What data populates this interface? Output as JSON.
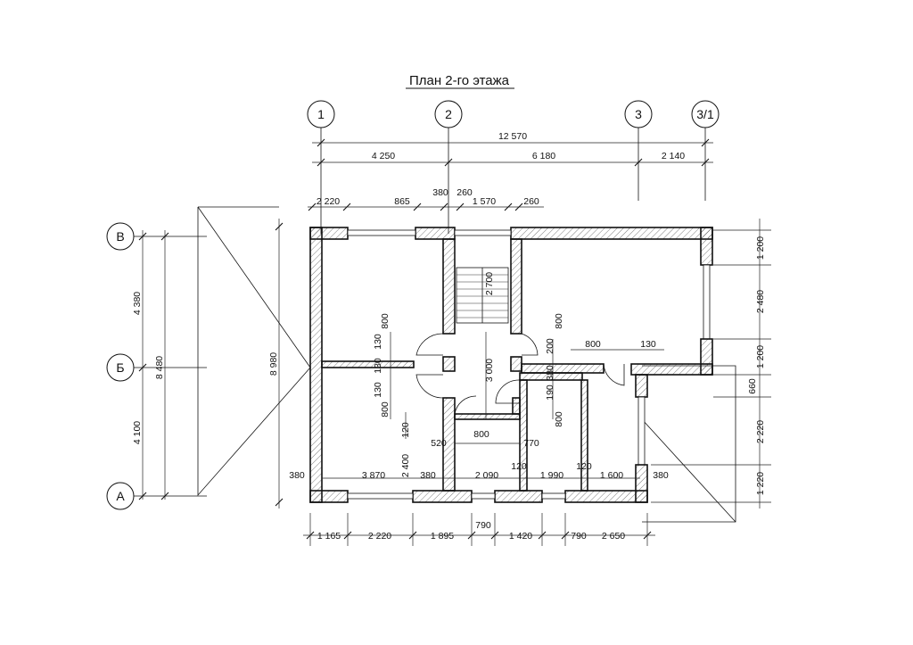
{
  "title": "План 2-го этажа",
  "axes": {
    "columns": [
      "1",
      "2",
      "3",
      "3/1"
    ],
    "rows": [
      "В",
      "Б",
      "А"
    ]
  },
  "dims_top": {
    "overall": "12 570",
    "spans": [
      "4 250",
      "6 180",
      "2 140"
    ],
    "openings": [
      "2 220",
      "865",
      "380",
      "260",
      "1 570",
      "260"
    ]
  },
  "dims_left": [
    "4 380",
    "4 100",
    "8 480",
    "8 980"
  ],
  "dims_right": [
    "1 200",
    "2 480",
    "1 200",
    "660",
    "2 220",
    "1 220"
  ],
  "dims_bottom": [
    "1 165",
    "2 220",
    "1 895",
    "790",
    "1 420",
    "790",
    "2 650"
  ],
  "dims_interior": {
    "d2700": "2 700",
    "d3000": "3 000",
    "d800a": "800",
    "d130a": "130",
    "d130b": "130",
    "d130c": "130",
    "d800b": "800",
    "d120a": "120",
    "d200": "200",
    "d800c": "800",
    "d380a": "380",
    "d190": "190",
    "d800d": "800",
    "d800e": "800",
    "d130d": "130",
    "d800f": "800",
    "d520": "520",
    "d770": "770",
    "d2400": "2 400",
    "d380b": "380",
    "d3870": "3 870",
    "d380c": "380",
    "d2090": "2 090",
    "d120b": "120",
    "d1990": "1 990",
    "d120c": "120",
    "d1600": "1 600",
    "d380d": "380"
  }
}
